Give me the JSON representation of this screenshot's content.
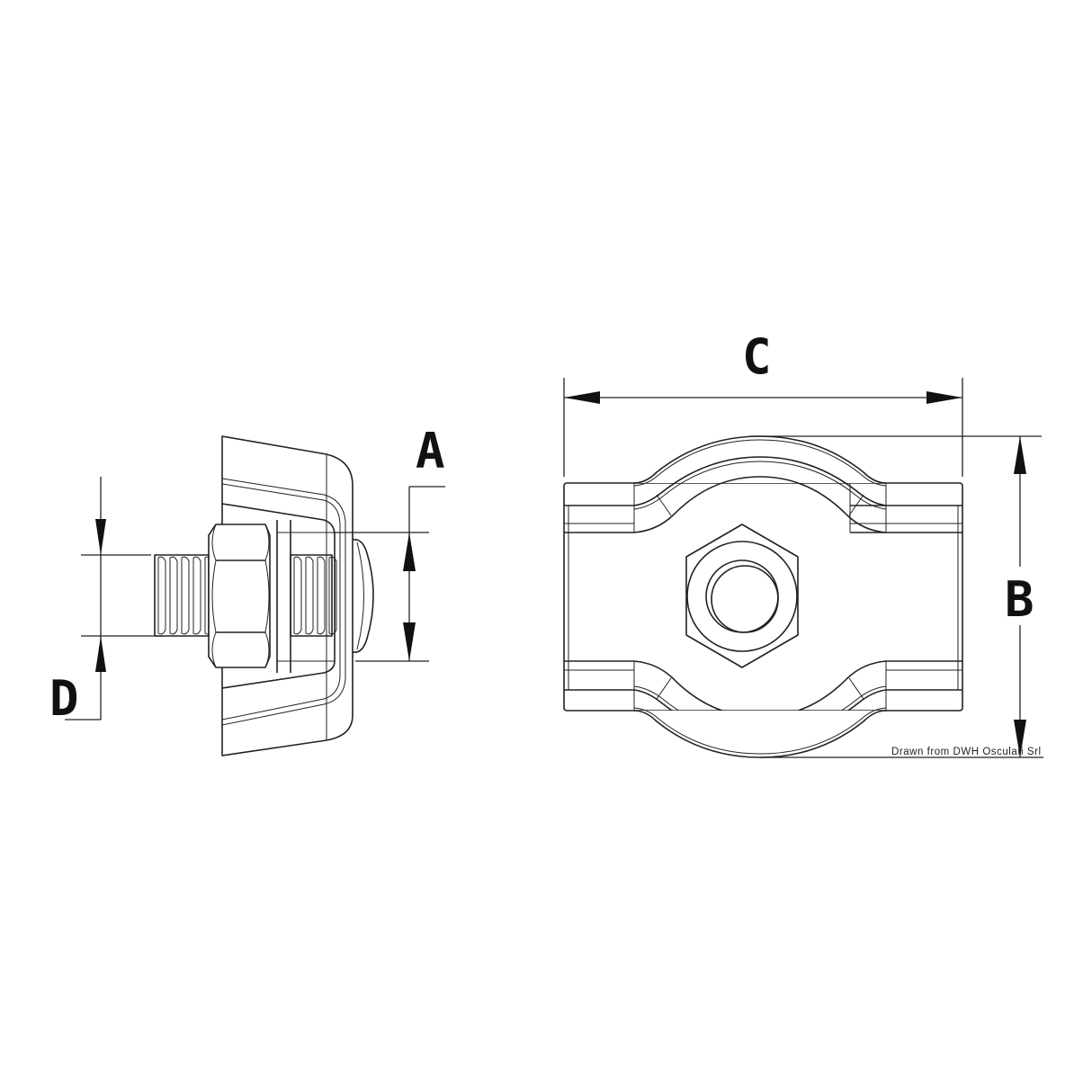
{
  "drawing": {
    "labels": {
      "a": "A",
      "b": "B",
      "c": "C",
      "d": "D"
    },
    "credit": "Drawn from DWH Osculati Srl",
    "line_color": "#222222",
    "background": "#ffffff"
  }
}
